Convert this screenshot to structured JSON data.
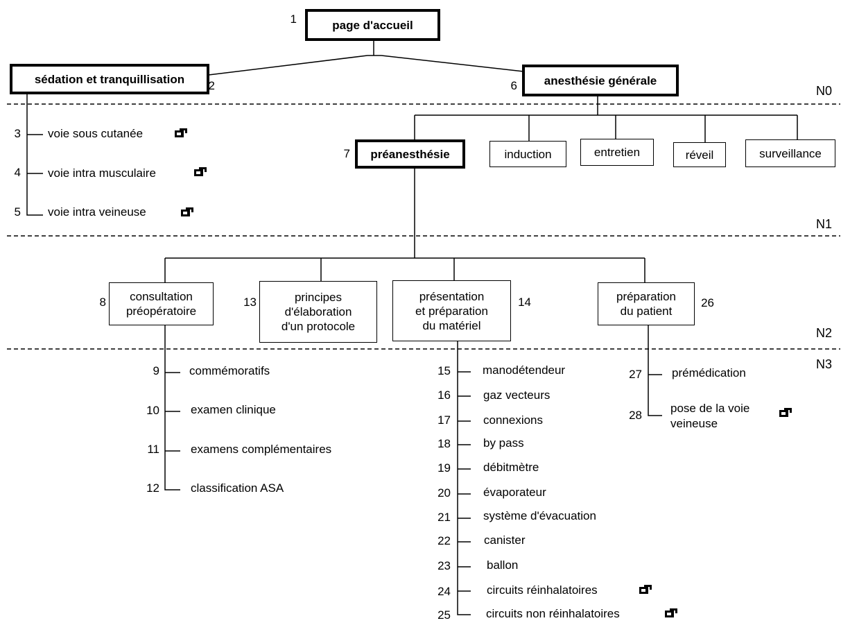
{
  "levels": {
    "n0": "N0",
    "n1": "N1",
    "n2": "N2",
    "n3": "N3"
  },
  "nodes": {
    "accueil": {
      "num": "1",
      "label": "page d'accueil"
    },
    "sedation": {
      "num": "2",
      "label": "sédation et tranquillisation"
    },
    "sous_cut": {
      "num": "3",
      "label": "voie sous cutanée"
    },
    "intra_musc": {
      "num": "4",
      "label": "voie intra musculaire"
    },
    "intra_vein": {
      "num": "5",
      "label": "voie intra veineuse"
    },
    "anesthesie": {
      "num": "6",
      "label": "anesthésie générale"
    },
    "preanesthesie": {
      "num": "7",
      "label": "préanesthésie"
    },
    "induction": {
      "label": "induction"
    },
    "entretien": {
      "label": "entretien"
    },
    "reveil": {
      "label": "réveil"
    },
    "surveillance": {
      "label": "surveillance"
    },
    "consultation": {
      "num": "8",
      "line1": "consultation",
      "line2": "préopératoire"
    },
    "principes": {
      "num": "13",
      "line1": "principes",
      "line2": "d'élaboration",
      "line3": "d'un protocole"
    },
    "presentation": {
      "num": "14",
      "line1": "présentation",
      "line2": "et préparation",
      "line3": "du matériel"
    },
    "preparation": {
      "num": "26",
      "line1": "préparation",
      "line2": "du patient"
    }
  },
  "consultation_items": [
    {
      "num": "9",
      "label": "commémoratifs"
    },
    {
      "num": "10",
      "label": "examen clinique"
    },
    {
      "num": "11",
      "label": "examens complémentaires"
    },
    {
      "num": "12",
      "label": "classification ASA"
    }
  ],
  "materiel_items": [
    {
      "num": "15",
      "label": "manodétendeur"
    },
    {
      "num": "16",
      "label": "gaz vecteurs"
    },
    {
      "num": "17",
      "label": "connexions"
    },
    {
      "num": "18",
      "label": "by pass"
    },
    {
      "num": "19",
      "label": "débitmètre"
    },
    {
      "num": "20",
      "label": "évaporateur"
    },
    {
      "num": "21",
      "label": "système d'évacuation"
    },
    {
      "num": "22",
      "label": "canister"
    },
    {
      "num": "23",
      "label": "ballon"
    },
    {
      "num": "24",
      "label": "circuits réinhalatoires"
    },
    {
      "num": "25",
      "label": "circuits non réinhalatoires"
    }
  ],
  "patient_items": [
    {
      "num": "27",
      "label": "prémédication"
    },
    {
      "num": "28",
      "line1": "pose de la voie",
      "line2": "veineuse"
    }
  ],
  "icons": {
    "video": "video-camera-icon"
  },
  "colors": {
    "ink": "#000000",
    "background": "#ffffff"
  }
}
